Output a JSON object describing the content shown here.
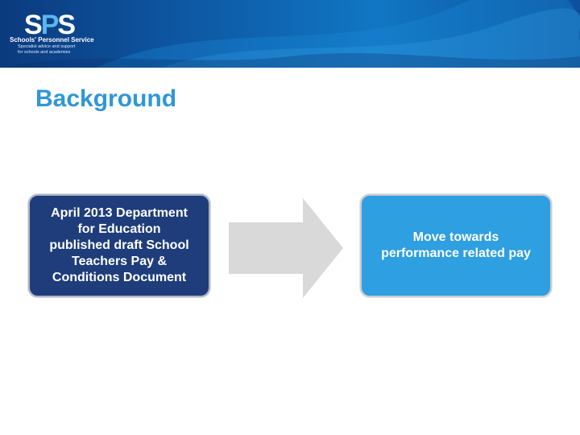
{
  "header": {
    "logo_text_left": "S",
    "logo_text_mid": "P",
    "logo_text_right": "S",
    "org_name": "Schools' Personnel Service",
    "tagline_line1": "Specialist advice and support",
    "tagline_line2": "for schools and academies"
  },
  "slide": {
    "title": "Background",
    "left_box_text_lines": [
      "April 2013 Department",
      "for Education",
      "published draft School",
      "Teachers Pay &",
      "Conditions Document"
    ],
    "right_box_text_lines": [
      "Move towards",
      "performance related pay"
    ]
  },
  "colors": {
    "title": "#2f97d6",
    "left_box": "#1f3d7a",
    "right_box": "#2e9fe0",
    "arrow": "#d9d9d9",
    "banner": "#0e5aa6"
  }
}
